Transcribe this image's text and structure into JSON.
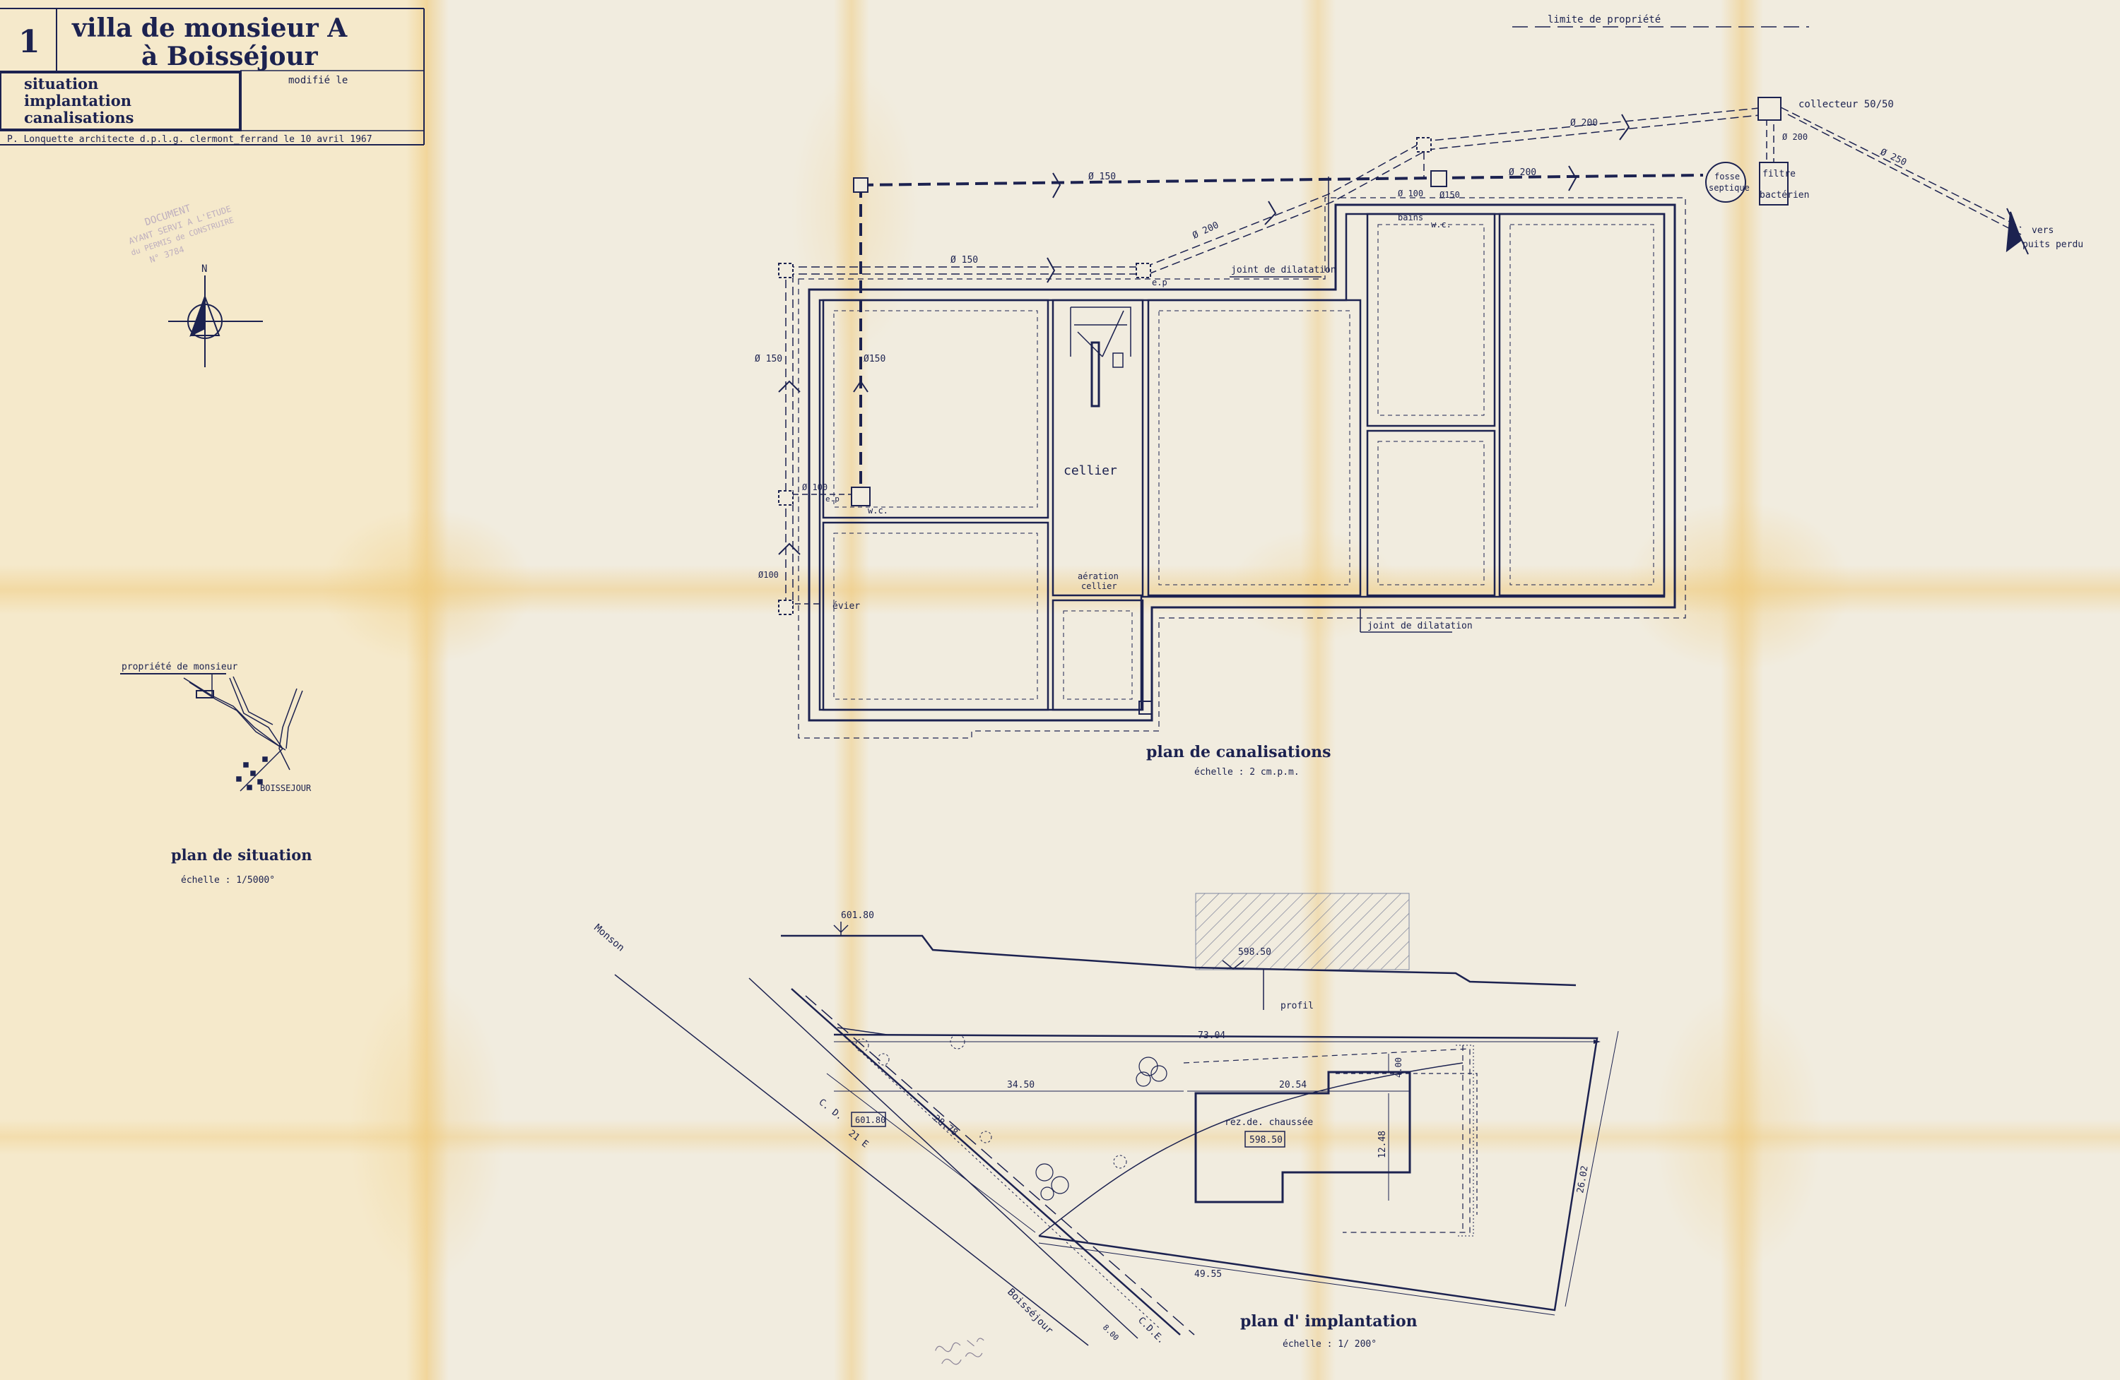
{
  "title_block": {
    "sheet_number": "1",
    "title_line1": "villa de monsieur A",
    "title_line2": "à   Boisséjour",
    "modified_label": "modifié le",
    "subject_line1": "situation",
    "subject_line2": "implantation",
    "subject_line3": "canalisations",
    "architect_line": "P. Lonquette  architecte  d.p.l.g.   clermont_ferrand  le  10 avril  1967"
  },
  "stamp": {
    "line1": "DOCUMENT",
    "line2": "AYANT SERVI A L'ETUDE",
    "line3": "du PERMIS de CONSTRUIRE",
    "line4": "N°   3784"
  },
  "compass": {
    "north_label": "N"
  },
  "situation_plan": {
    "property_label": "propriété de monsieur",
    "village_label": "BOISSEJOUR",
    "title": "plan de situation",
    "scale": "échelle : 1/5000°"
  },
  "canalisation_plan": {
    "title": "plan de canalisations",
    "scale": "échelle : 2 cm.p.m.",
    "property_limit": "limite  de  propriété",
    "collector": "collecteur 50/50",
    "septic_tank_l1": "fosse",
    "septic_tank_l2": "septique",
    "filter_l1": "filtre",
    "filter_l2": "bactérien",
    "outlet_l1": "vers",
    "outlet_l2": "puits perdu",
    "d150_a": "Ø 150",
    "d150_b": "Ø 150",
    "d150_c": "Ø 150",
    "d150_d": "Ø150",
    "d150_e": "Ø150",
    "d200_a": "Ø 200",
    "d200_b": "Ø 200",
    "d200_c": "Ø 200",
    "d200_d": "Ø 200",
    "d250": "Ø 250",
    "d100_a": "Ø 100",
    "d100_b": "Ø 100",
    "d100_c": "Ø100",
    "bath": "bains",
    "wc_a": "w.c.",
    "wc_b": "w.c.",
    "ep": "e.p",
    "ep2": "e.p",
    "dilatation_a": "joint de dilatation",
    "dilatation_b": "joint de dilatation",
    "cellar": "cellier",
    "aeration_l1": "aération",
    "aeration_l2": "cellier",
    "sink": "évier"
  },
  "profile": {
    "level_left": "601.80",
    "level_house": "598.50",
    "label": "profil"
  },
  "implantation_plan": {
    "title": "plan d' implantation",
    "scale": "échelle : 1/ 200°",
    "road_top": "Monson",
    "road_bottom": "Boisséjour",
    "road_code_a_l1": "C. D.",
    "road_code_a_l2": "21 E",
    "road_code_b": "C.D.E.",
    "road_width": "8.00",
    "level_road": "601.80",
    "level_ground_floor": "598.50",
    "ground_floor": "rez.de. chaussée",
    "dim_top": "73.04",
    "dim_left": "34.50",
    "dim_house_width": "20.54",
    "dim_house_setback": "4.00",
    "dim_house_depth": "12.48",
    "dim_road_side": "28.78",
    "dim_right": "26.02",
    "dim_bottom": "49.55"
  }
}
